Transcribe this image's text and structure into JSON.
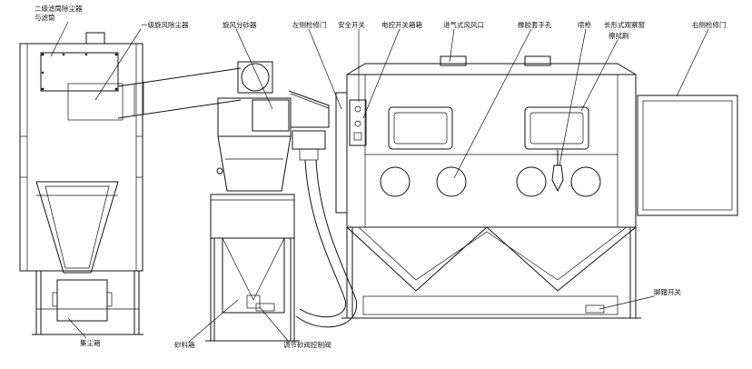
{
  "labels": {
    "secondary_filter_dust_collector": "二级滤筒除尘器",
    "filter_cartridge": "与滤筒",
    "primary_cyclone_separator": "一级旋风除尘器",
    "cyclone_sand_separator": "旋风分砂器",
    "left_side_door": "左侧检修门",
    "safety_switch": "安全开关",
    "control_switch_box": "电控开关箱箱",
    "inlet_air": "进气式风风口",
    "glove_hand_hole": "橡胶套手孔",
    "spray_gun": "喷枪",
    "workpiece_window": "长形式观察窗",
    "window_wiper": "擦拭刷",
    "right_side_door": "右侧检修门",
    "foot_switch": "脚踏开关",
    "dust_bin": "集尘箱",
    "sand_bin": "砂料箱",
    "sand_valve": "调节砂阀控制阀"
  }
}
